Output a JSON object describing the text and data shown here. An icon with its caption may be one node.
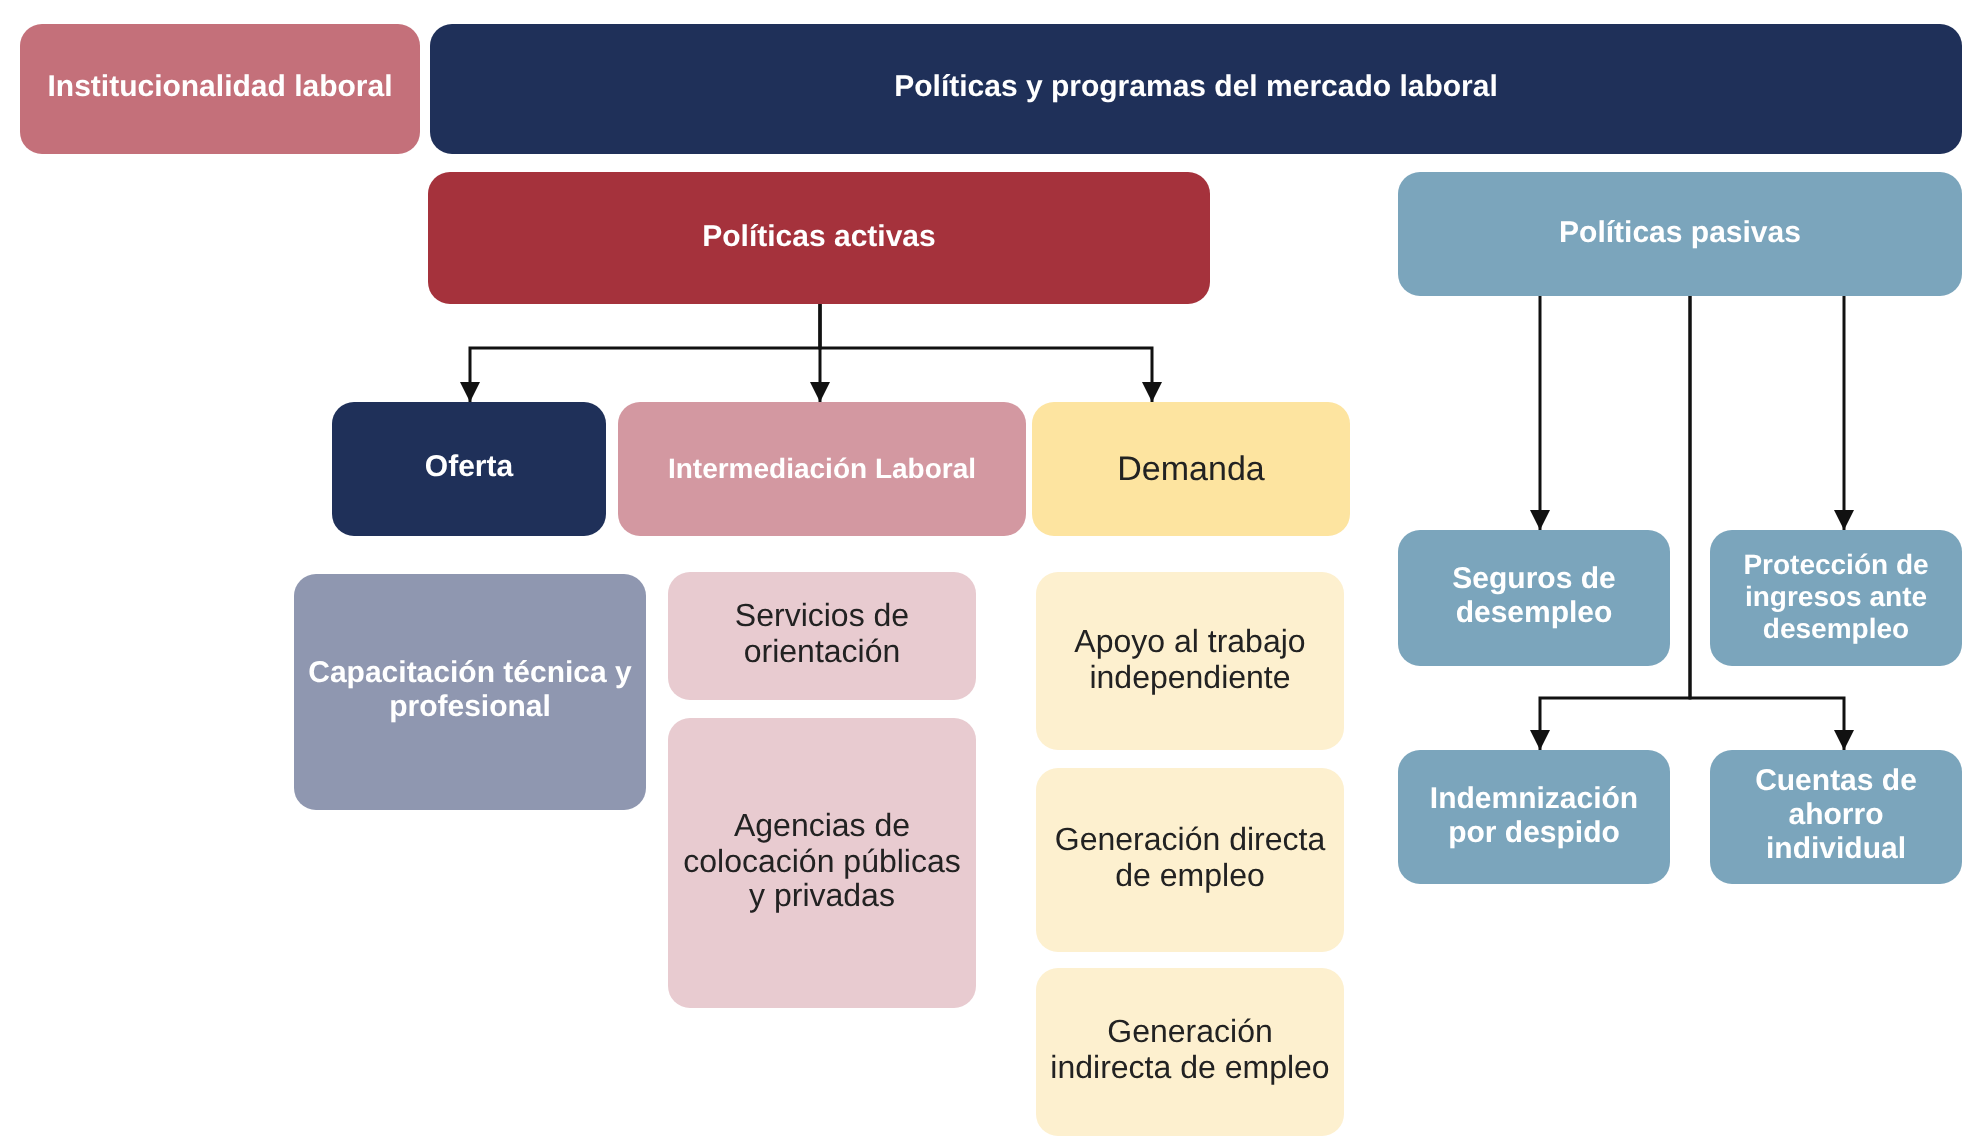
{
  "diagram": {
    "nodes": [
      {
        "text": [
          "Institucionalidad laboral"
        ]
      },
      {
        "text": [
          "Políticas y programas del mercado laboral"
        ]
      },
      {
        "text": [
          "Políticas activas"
        ]
      },
      {
        "text": [
          "Políticas pasivas"
        ]
      },
      {
        "text": [
          "Oferta"
        ]
      },
      {
        "text": [
          "Intermediación Laboral"
        ]
      },
      {
        "text": [
          "Demanda"
        ]
      },
      {
        "text": [
          "Capacitación técnica y profesional"
        ]
      },
      {
        "text": [
          "Servicios de orientación"
        ]
      },
      {
        "text": [
          "Agencias de colocación públicas y privadas"
        ]
      },
      {
        "text": [
          "Apoyo al trabajo independiente"
        ]
      },
      {
        "text": [
          "Generación directa de empleo"
        ]
      },
      {
        "text": [
          "Generación indirecta de empleo"
        ]
      },
      {
        "text": [
          "Seguros de desempleo"
        ]
      },
      {
        "text": [
          "Protección de ingresos ante desempleo"
        ]
      },
      {
        "text": [
          "Indemnización por despido"
        ]
      },
      {
        "text": [
          "Cuentas de ahorro individual"
        ]
      }
    ],
    "edges": [
      {
        "from": 2,
        "to": 4,
        "arrow": "to"
      },
      {
        "from": 2,
        "to": 5,
        "arrow": "to"
      },
      {
        "from": 2,
        "to": 6,
        "arrow": "to"
      },
      {
        "from": 3,
        "to": 13,
        "arrow": "to"
      },
      {
        "from": 3,
        "to": 14,
        "arrow": "to"
      },
      {
        "from": 3,
        "to": 15,
        "arrow": "to"
      },
      {
        "from": 3,
        "to": 16,
        "arrow": "to"
      }
    ]
  }
}
